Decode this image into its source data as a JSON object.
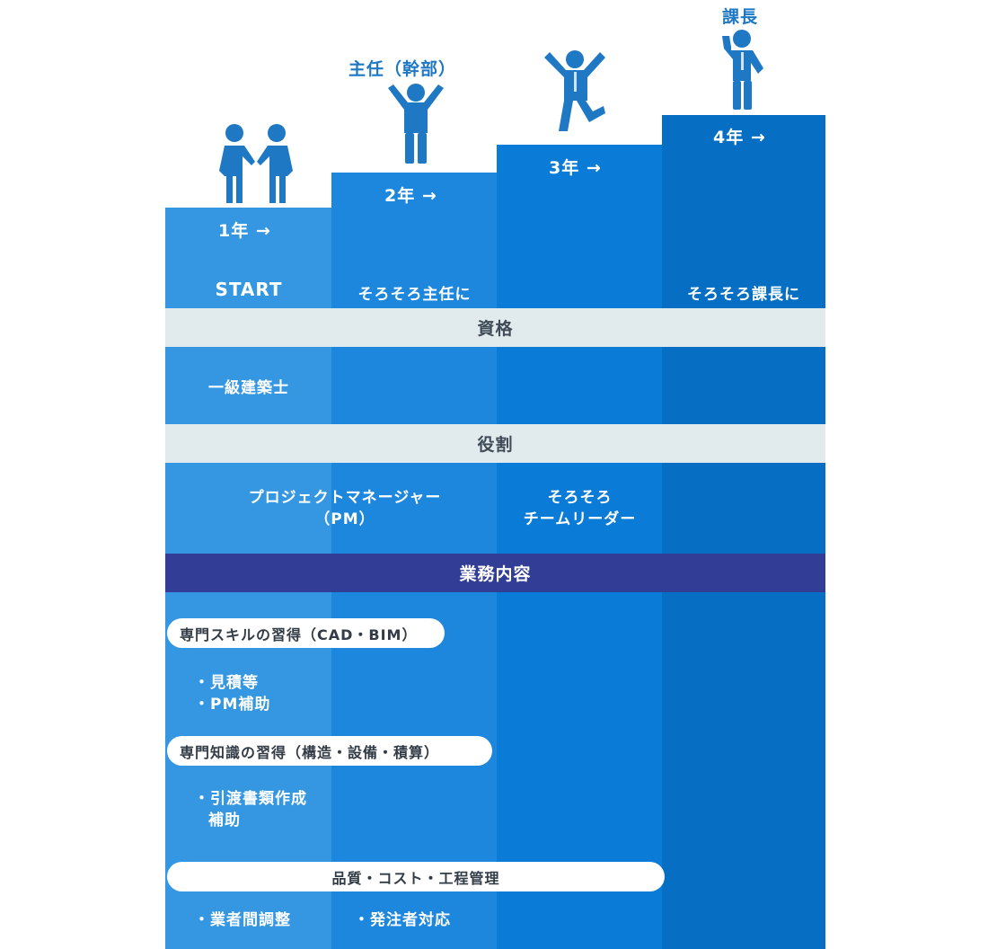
{
  "stairs": {
    "years": [
      "1年 →",
      "2年 →",
      "3年 →",
      "4年 →"
    ],
    "titles": {
      "step2": "主任（幹部）",
      "step4": "課長"
    },
    "milestones": {
      "col1": "START",
      "col2": "そろそろ主任に",
      "col4": "そろそろ課長に"
    }
  },
  "qualification": {
    "header": "資格",
    "col1": "一級建築士"
  },
  "role": {
    "header": "役割",
    "pm_line1": "プロジェクトマネージャー",
    "pm_line2": "（PM）",
    "leader_line1": "そろそろ",
    "leader_line2": "チームリーダー"
  },
  "work": {
    "header": "業務内容",
    "pill1": "専門スキルの習得（CAD・BIM）",
    "items1": [
      "・見積等",
      "・PM補助"
    ],
    "pill2": "専門知識の習得（構造・設備・積算）",
    "items2_line1": "・引渡書類作成",
    "items2_line2": "補助",
    "pill3": "品質・コスト・工程管理",
    "items3_col1": "・業者間調整",
    "items3_col2": "・発注者対応"
  },
  "icons": [
    "handshake-figures-icon",
    "person-arms-raised-icon",
    "person-jumping-icon",
    "person-thumbs-up-icon"
  ],
  "colors": {
    "col1": "#3597e2",
    "col2": "#1d87dd",
    "col3": "#0a7bd6",
    "col4": "#066fc3",
    "band_light": "#e1ebee",
    "band_dark": "#323e96",
    "figure": "#1e78c4"
  }
}
